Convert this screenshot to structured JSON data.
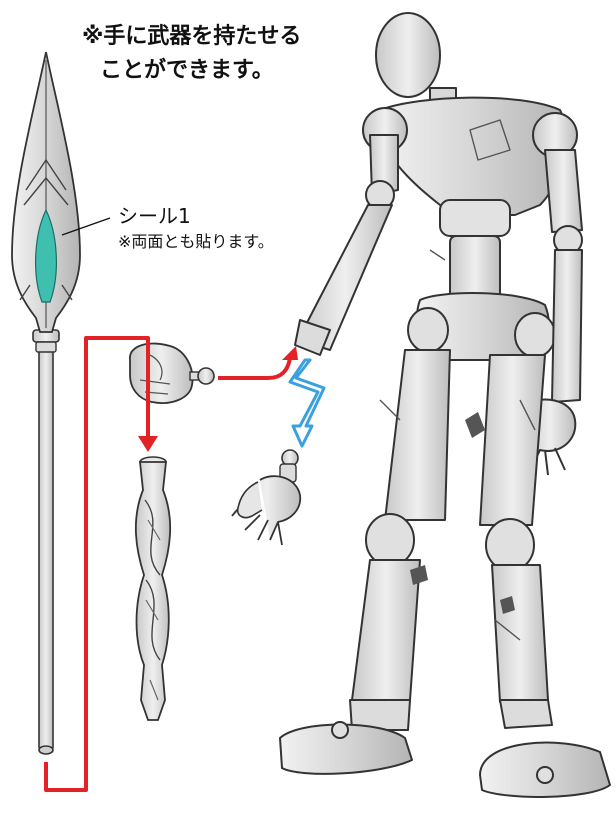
{
  "header": {
    "line1": "※手に武器を持たせる",
    "line2": "ことができます。"
  },
  "callout": {
    "label": "シール1",
    "note": "※両面とも貼ります。"
  },
  "colors": {
    "arrow_red": "#e32228",
    "arrow_blue": "#3aa0e0",
    "sticker_teal": "#3fbfb0",
    "part_gray": "#d8d8d8",
    "outline": "#333333"
  },
  "icons": {
    "spear": "spear-weapon-illustration",
    "grip_hand": "weapon-grip-hand-icon",
    "open_hand": "open-hand-icon",
    "handle": "twisted-handle-icon",
    "figure": "action-figure-body-illustration"
  }
}
